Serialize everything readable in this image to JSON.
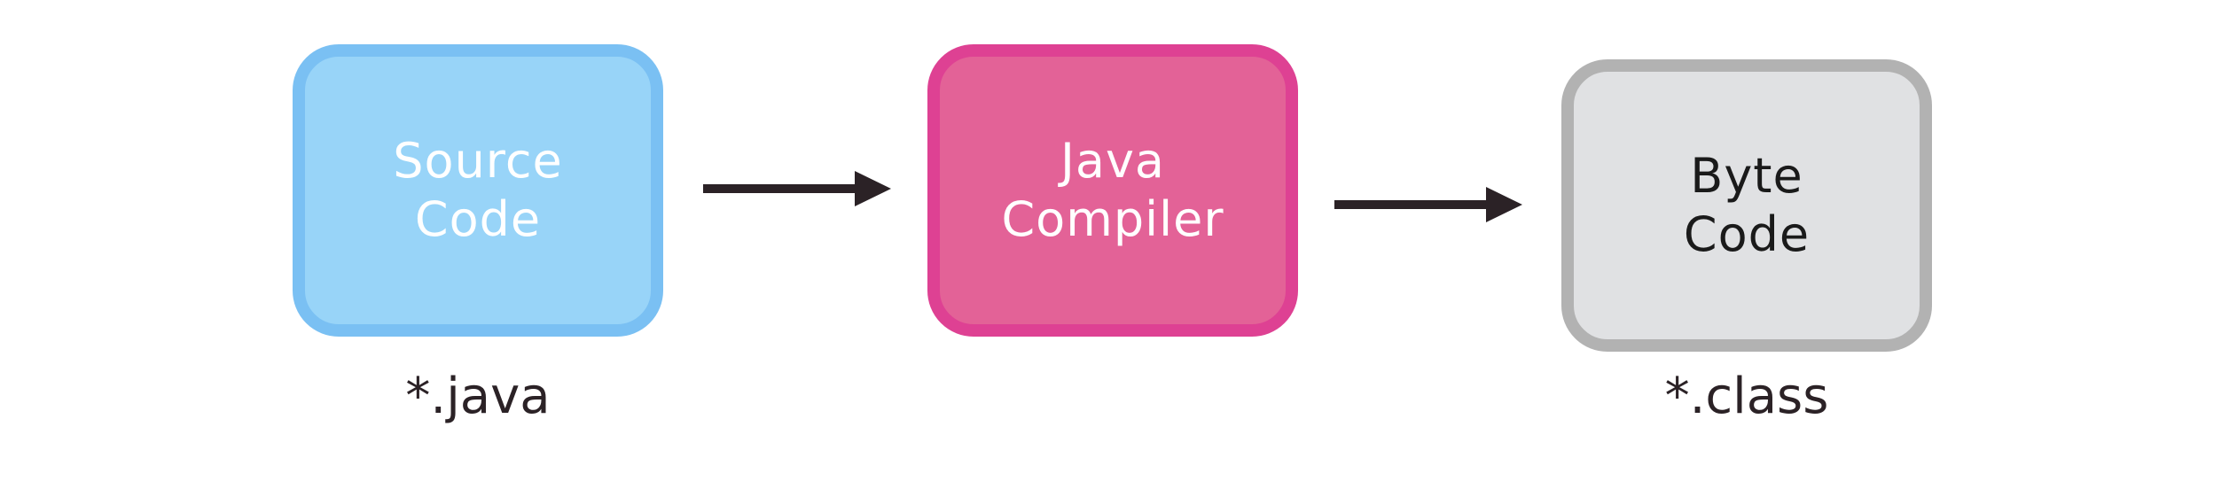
{
  "nodes": [
    {
      "id": "source",
      "label_line1": "Source",
      "label_line2": "Code",
      "caption": "*.java"
    },
    {
      "id": "compiler",
      "label_line1": "Java",
      "label_line2": "Compiler"
    },
    {
      "id": "bytecode",
      "label_line1": "Byte",
      "label_line2": "Code",
      "caption": "*.class"
    }
  ],
  "edges": [
    {
      "from": "source",
      "to": "compiler"
    },
    {
      "from": "compiler",
      "to": "bytecode"
    }
  ],
  "colors": {
    "source_fill": "#98d4f8",
    "source_border": "#7ac0f3",
    "compiler_fill": "#e36297",
    "compiler_border": "#de4193",
    "bytecode_fill": "#e0e1e3",
    "bytecode_border": "#b2b2b2",
    "arrow": "#2b2226"
  }
}
